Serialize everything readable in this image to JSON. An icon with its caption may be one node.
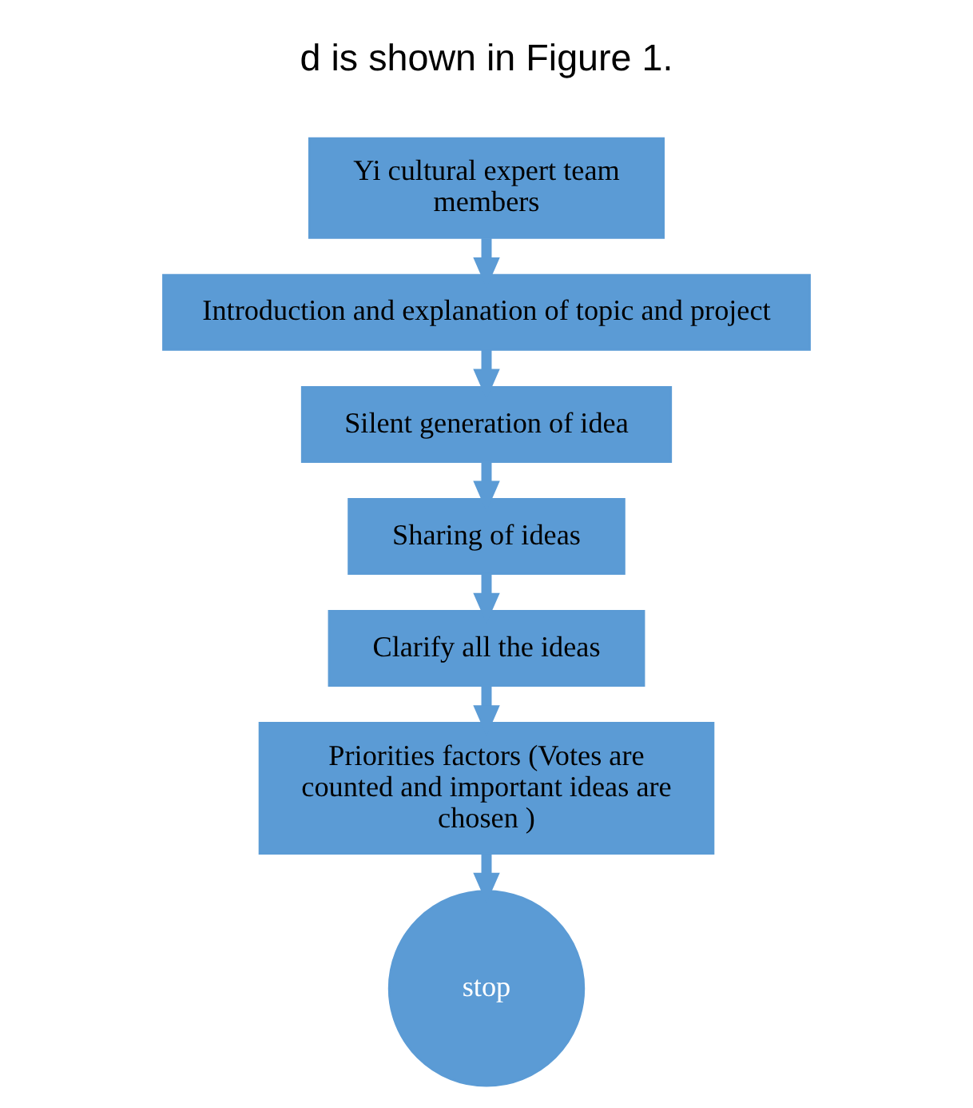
{
  "diagram": {
    "nodes": [
      {
        "text": [
          "Yi cultural expert team members"
        ]
      },
      {
        "text": [
          "Introduction and explanation of topic and project"
        ]
      },
      {
        "text": [
          "Silent generation of idea"
        ]
      },
      {
        "text": [
          "Sharing of ideas"
        ]
      },
      {
        "text": [
          "Clarify all the ideas"
        ]
      },
      {
        "text": [
          "Priorities factors (Votes are counted and important ideas are chosen )"
        ]
      },
      {
        "text": [
          "stop"
        ]
      }
    ],
    "edges": [
      {
        "from": 0,
        "to": 1,
        "arrow": "to"
      },
      {
        "from": 1,
        "to": 2,
        "arrow": "to"
      },
      {
        "from": 2,
        "to": 3,
        "arrow": "to"
      },
      {
        "from": 3,
        "to": 4,
        "arrow": "to"
      },
      {
        "from": 4,
        "to": 5,
        "arrow": "to"
      },
      {
        "from": 5,
        "to": 6,
        "arrow": "to"
      }
    ],
    "labels": [
      "d is shown in Figure 1."
    ]
  }
}
